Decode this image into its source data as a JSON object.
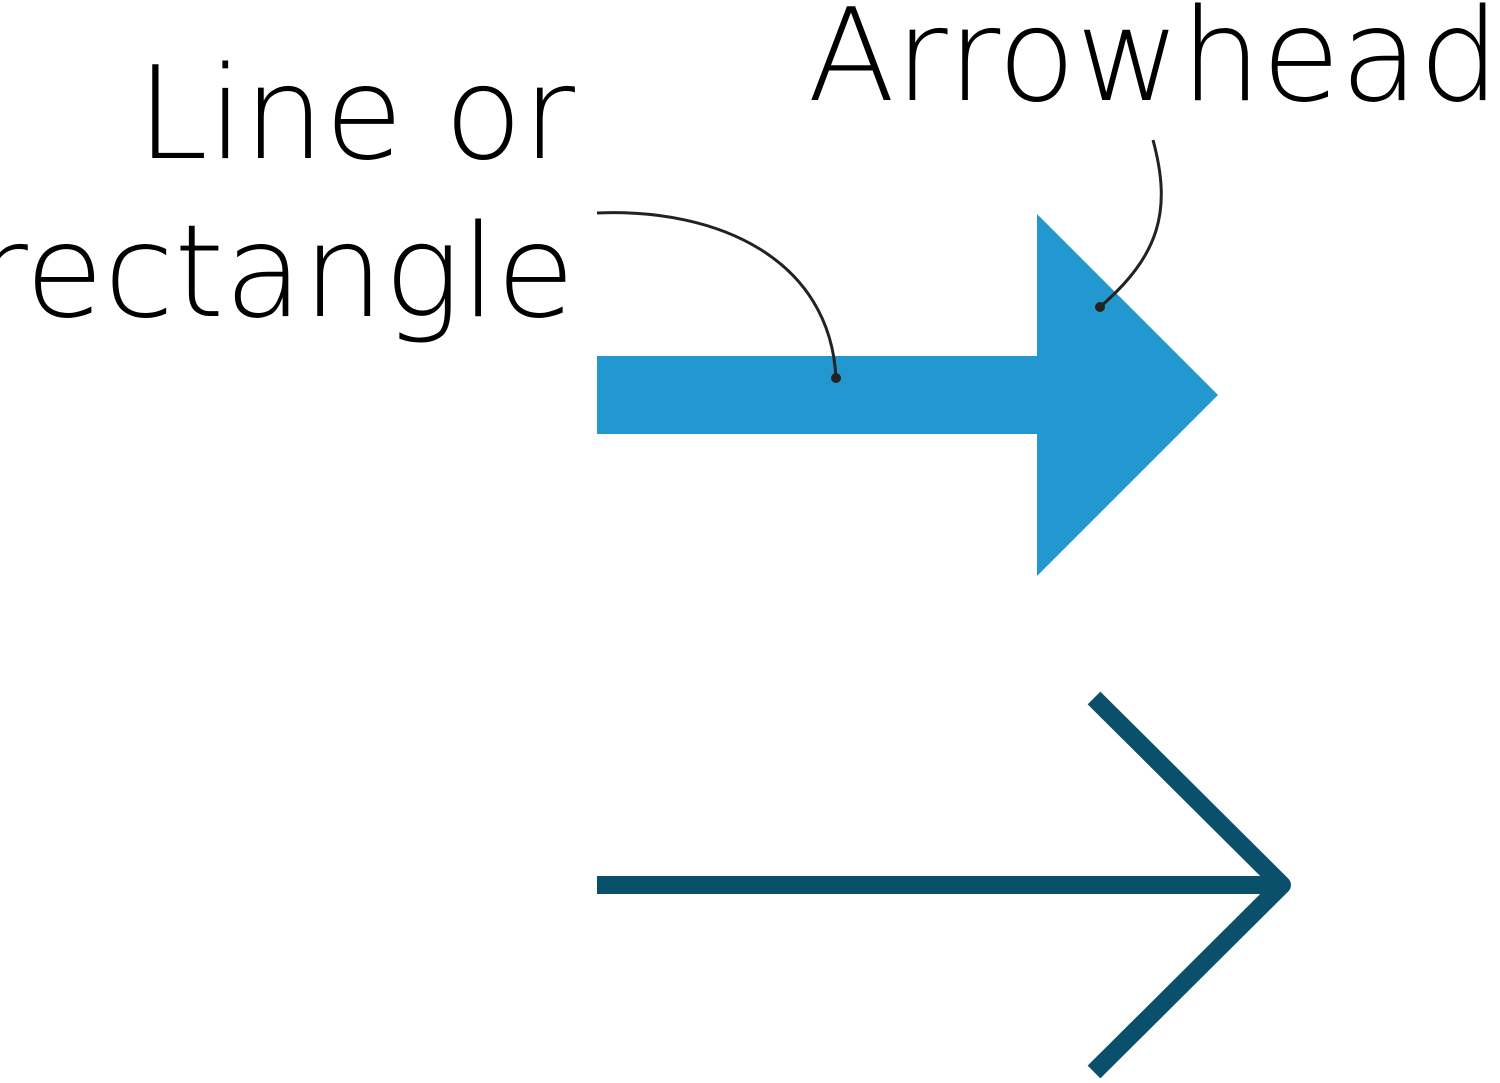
{
  "labels": {
    "line_or_rectangle_line1": "Line or",
    "line_or_rectangle_line2": "rectangle",
    "arrowhead": "Arrowhead"
  },
  "colors": {
    "filled_arrow": "#2398d0",
    "line_arrow": "#0b506b",
    "leader": "#222222"
  }
}
